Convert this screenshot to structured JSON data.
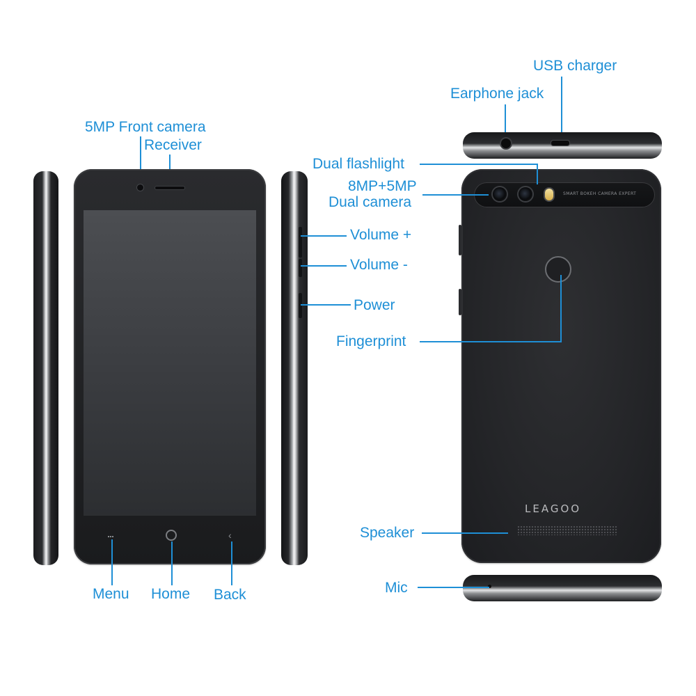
{
  "labels": {
    "front_camera": "5MP Front camera",
    "receiver": "Receiver",
    "menu": "Menu",
    "home": "Home",
    "back": "Back",
    "usb_charger": "USB charger",
    "earphone_jack": "Earphone jack",
    "dual_flashlight": "Dual flashlight",
    "dual_camera_line1": "8MP+5MP",
    "dual_camera_line2": "Dual camera",
    "volume_up": "Volume +",
    "volume_down": "Volume -",
    "power": "Power",
    "fingerprint": "Fingerprint",
    "speaker": "Speaker",
    "mic": "Mic"
  },
  "device": {
    "brand": "LEAGOO",
    "camera_strip_text": "SMART BOKEH CAMERA EXPERT"
  },
  "colors": {
    "label": "#1e8fd6",
    "phone_body": "#1f2023",
    "background": "#ffffff"
  },
  "icons": {
    "menu_key": "menu-dots-icon",
    "home_key": "home-circle-icon",
    "back_key": "back-arrow-icon"
  }
}
